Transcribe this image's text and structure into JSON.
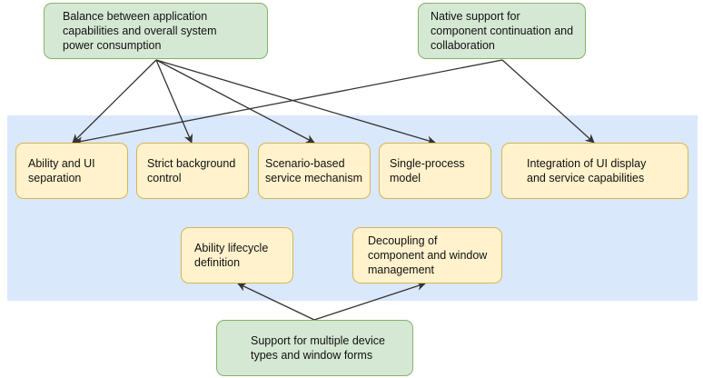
{
  "diagram": {
    "top_nodes": {
      "balance": "Balance between application\ncapabilities and overall system\npower consumption",
      "native": "Native support for\ncomponent continuation and\ncollaboration"
    },
    "middle_nodes": {
      "ability_ui": "Ability and UI\nseparation",
      "strict_bg": "Strict background\ncontrol",
      "scenario": "Scenario-based\nservice mechanism",
      "single_process": "Single-process\nmodel",
      "integration": "Integration of UI display\nand service capabilities",
      "lifecycle": "Ability lifecycle\ndefinition",
      "decoupling": "Decoupling of\ncomponent and window\nmanagement"
    },
    "bottom_nodes": {
      "multi_device": "Support for multiple device\ntypes and window forms"
    },
    "colors": {
      "band": "#dae8fc",
      "green_fill": "#d5e8d4",
      "green_border": "#82b366",
      "yellow_fill": "#fff2cc",
      "yellow_border": "#d6b656",
      "arrow": "#333333"
    }
  }
}
